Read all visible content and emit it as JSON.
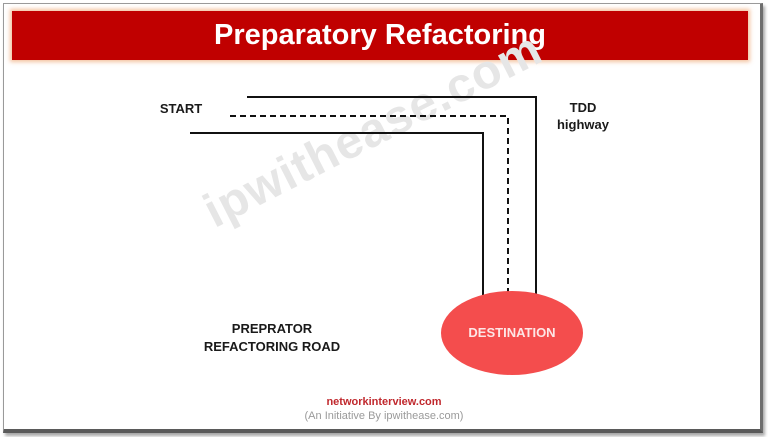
{
  "header": {
    "title": "Preparatory Refactoring",
    "banner_color": "#c00000"
  },
  "watermark": "ipwithease.com",
  "diagram": {
    "start_label": "START",
    "tdd_label_line1": "TDD",
    "tdd_label_line2": "highway",
    "road_label_line1": "PREPRATOR",
    "road_label_line2": "REFACTORING ROAD",
    "destination_label": "DESTINATION",
    "destination_color": "#f44d4d"
  },
  "footer": {
    "site": "networkinterview.com",
    "initiative": "(An Initiative By ipwithease.com)"
  }
}
